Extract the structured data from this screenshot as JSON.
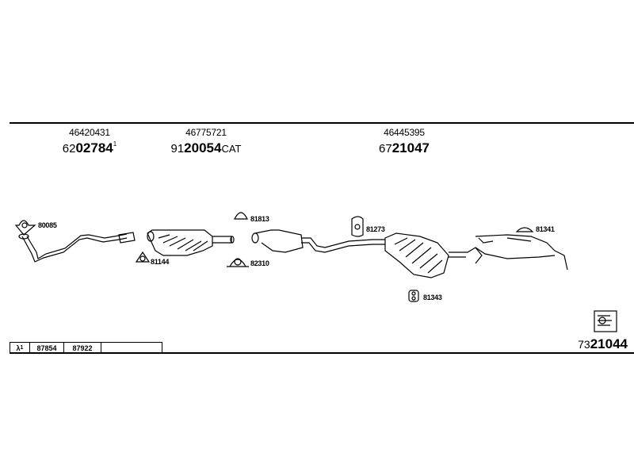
{
  "part_groups": [
    {
      "oem": "46420431",
      "prefix": "62",
      "main": "02784",
      "suffix": "",
      "sup": "1"
    },
    {
      "oem": "46775721",
      "prefix": "91",
      "main": "20054",
      "suffix": "CAT",
      "sup": ""
    },
    {
      "oem": "46445395",
      "prefix": "67",
      "main": "21047",
      "suffix": "",
      "sup": ""
    }
  ],
  "hardware_labels": {
    "gasket_front": "80085",
    "clamp_cat": "81144",
    "hanger_mid": "81813",
    "clamp_mid": "82310",
    "hanger_rear_1": "81273",
    "hanger_rear_2": "81341",
    "mount_rear": "81343"
  },
  "lambda_table": {
    "symbol": "λ",
    "sup": "1",
    "cells": [
      "87854",
      "87922",
      ""
    ]
  },
  "total": {
    "prefix": "73",
    "main": "21044"
  }
}
